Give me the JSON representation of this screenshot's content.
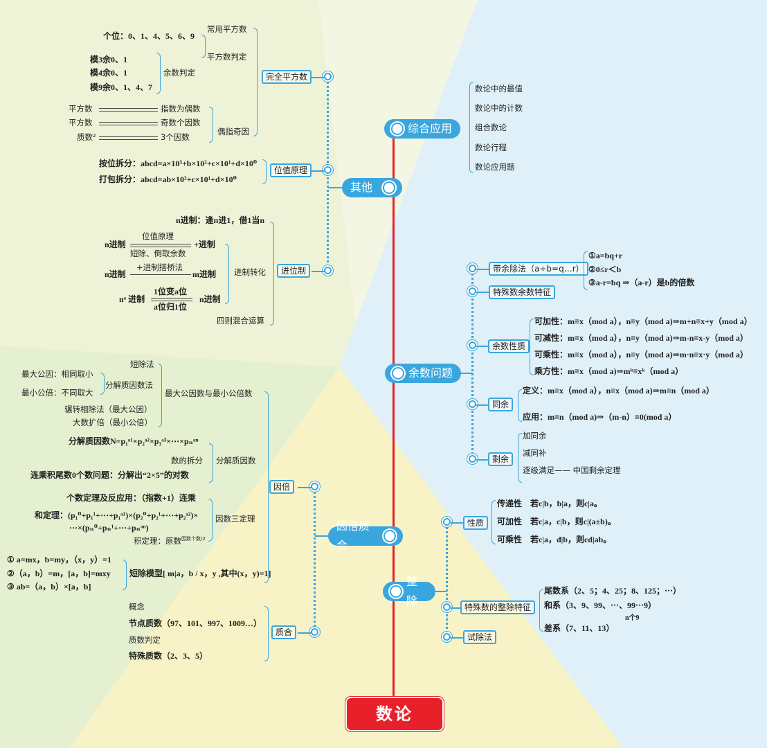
{
  "root": "数论",
  "colors": {
    "main_blue": "#3aa6de",
    "root_red": "#e8202a",
    "spine_red": "#e0242b"
  },
  "main_nodes": {
    "app": "综合应用",
    "other": "其他",
    "remainder": "余数问题",
    "factor": "因倍质合",
    "divisible": "整除"
  },
  "app_items": [
    "数论中的最值",
    "数论中的计数",
    "组合数论",
    "数论行程",
    "数论应用题"
  ],
  "other": {
    "boxes": [
      "完全平方数",
      "位值原理",
      "进位制"
    ],
    "square": {
      "common": "常用平方数",
      "units": "个位：0、1、4、5、6、9",
      "judge": "平方数判定",
      "mods": [
        "模3余0、1",
        "模4余0、1",
        "模9余0、1、4、7"
      ],
      "rem_judge": "余数判定",
      "pairs": [
        [
          "平方数",
          "指数为偶数"
        ],
        [
          "平方数",
          "奇数个因数"
        ],
        [
          "质数²",
          "3个因数"
        ]
      ],
      "even_odd": "偶指奇因"
    },
    "place": [
      "按位拆分：abcd=a×10³+b×10²+c×10¹+d×10⁰",
      "打包拆分：abcd=ab×10²+c×10¹+d×10⁰"
    ],
    "base": {
      "rule": "n进制：逢n进1，借1当n",
      "n": "n进制",
      "pos": "位值原理",
      "short": "短除、倒取余数",
      "ten": "+进制",
      "bridge": "+进制搭桥法",
      "m": "m进制",
      "na": "nᵃ 进制",
      "one_to_a": "1位变a位",
      "a_to_one": "a位归1位",
      "n2": "n进制",
      "convert": "进制转化",
      "ops": "四则混合运算"
    }
  },
  "remainder": {
    "boxes": [
      "带余除法（a÷b=q…r）",
      "特殊数余数特征",
      "余数性质",
      "同余",
      "剩余"
    ],
    "div": [
      "①a=bq+r",
      "②0≤r＜b",
      "③a-r=bq ⇒（a-r）是b的倍数"
    ],
    "props": [
      "可加性：m≡x（mod a），n≡y（mod a)⇒m+n≡x+y（mod a）",
      "可减性：m≡x（mod a），n≡y（mod a)⇒m-n≡x-y（mod a）",
      "可乘性：m≡x（mod a），n≡y（mod a)⇒m·n≡x·y（mod a）",
      "乘方性：m≡x（mod a)⇒mᵏ≡xᵏ（mod a）"
    ],
    "congr": [
      "定义：m≡x（mod a），n≡x（mod a)⇒m≡n（mod a）",
      "应用：m≡n（mod a)⇒（m-n）≡0(mod a）"
    ],
    "rest": [
      "加同余",
      "减同补",
      "逐级满足—— 中国剩余定理"
    ]
  },
  "factor": {
    "boxes": [
      "因倍",
      "质合"
    ],
    "gcd": {
      "short": "短除法",
      "gcd_rule": "最大公因：相同取小",
      "method": "分解质因数法",
      "lcm_rule": "最小公倍：不同取大",
      "title": "最大公因数与最小公倍数",
      "euclid": "辗转相除法（最大公因）",
      "expand": "大数扩倍（最小公倍）"
    },
    "pf": {
      "formula": "分解质因数N=p₁ᵃ¹×p₂ᵃ²×p₃ᵃ³×⋯×pₙᵃⁿ",
      "split": "数的拆分",
      "title": "分解质因数",
      "zeros": "连乘积尾数0个数问题：分解出“2×5”的对数"
    },
    "three": {
      "count": "个数定理及反应用：（指数+1）连乘",
      "sum1": "和定理：(p₁⁰+p₁¹+⋯+p₁ᵃ¹)×(p₂⁰+p₂¹+⋯+p₂ᵃ²)×",
      "sum2": "⋯×(pₙ⁰+pₙ¹+⋯+pₙᵃⁿ)",
      "prod": "积定理：原数",
      "prod_exp": "因数个数/2",
      "title": "因数三定理"
    },
    "model": {
      "items": [
        "① a=mx，b=my，（x，y）=1",
        "②（a，b）=m，[a，b]=mxy",
        "③ ab=（a，b）×[a，b]"
      ],
      "title": "短除模型[ m|a，b / x，y ,其中(x，y)=1]"
    },
    "prime": [
      "概念",
      "节点质数（97、101、997、1009…）",
      "质数判定",
      "特殊质数（2、3、5）"
    ]
  },
  "divisible": {
    "boxes": [
      "性质",
      "特殊数的整除特征",
      "试除法"
    ],
    "props": [
      "传递性　若c|b，b|a，则c|a。",
      "可加性　若c|a，c|b，则c|(a±b)。",
      "可乘性　若c|a，d|b，则cd|ab。"
    ],
    "special": [
      "尾数系（2、5；4、25；8、125；⋯）",
      "和系（3、9、99、⋯、99⋯9）",
      "n个9",
      "差系（7、11、13）"
    ]
  }
}
